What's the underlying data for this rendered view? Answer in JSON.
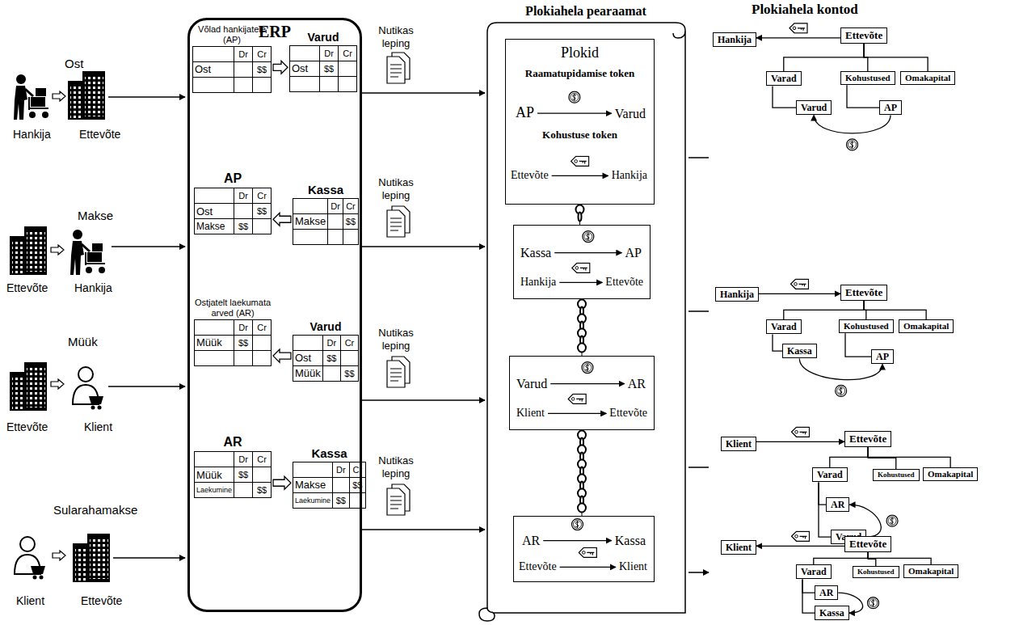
{
  "diagram": {
    "nodes": [
      {
        "text": [
          "ERP"
        ]
      },
      {
        "text": [
          "Võlad hankijatele (AP)",
          "Dr",
          "Cr",
          "Ost",
          "$$"
        ],
        "in": 0
      },
      {
        "text": [
          "Varud",
          "Dr",
          "Cr",
          "Ost",
          "$$"
        ],
        "in": 0
      },
      {
        "text": [
          "AP",
          "Dr",
          "Cr",
          "Ost",
          "$$",
          "Makse",
          "$$"
        ],
        "in": 0
      },
      {
        "text": [
          "Kassa",
          "Dr",
          "Cr",
          "Makse",
          "$$"
        ],
        "in": 0
      },
      {
        "text": [
          "Ostjatelt laekumata arved (AR)",
          "Dr",
          "Cr",
          "Müük",
          "$$"
        ],
        "in": 0
      },
      {
        "text": [
          "Varud",
          "Dr",
          "Cr",
          "Ost",
          "$$",
          "Müük",
          "$$"
        ],
        "in": 0
      },
      {
        "text": [
          "AR",
          "Dr",
          "Cr",
          "Müük",
          "$$",
          "Laekumine",
          "$$"
        ],
        "in": 0
      },
      {
        "text": [
          "Kassa",
          "Dr",
          "Cr",
          "Makse",
          "$$",
          "Laekumine",
          "$$"
        ],
        "in": 0
      },
      {
        "text": [
          "Plokiahela pearaamat"
        ]
      },
      {
        "text": [
          "Plokid",
          "Raamatupidamise token",
          "AP",
          "Varud",
          "Kohustuse token",
          "Ettevõte",
          "Hankija"
        ],
        "in": 9
      },
      {
        "text": [
          "Kassa",
          "AP",
          "Hankija",
          "Ettevõte"
        ],
        "in": 9
      },
      {
        "text": [
          "Varud",
          "AR",
          "Klient",
          "Ettevõte"
        ],
        "in": 9
      },
      {
        "text": [
          "AR",
          "Kassa",
          "Ettevõte",
          "Klient"
        ],
        "in": 9
      },
      {
        "text": [
          "Hankija"
        ]
      },
      {
        "text": [
          "Ettevõte"
        ]
      },
      {
        "text": [
          "Varad"
        ]
      },
      {
        "text": [
          "Kohustused"
        ]
      },
      {
        "text": [
          "Omakapital"
        ]
      },
      {
        "text": [
          "Varud"
        ]
      },
      {
        "text": [
          "AP"
        ]
      },
      {
        "text": [
          "Hankija"
        ]
      },
      {
        "text": [
          "Ettevõte"
        ]
      },
      {
        "text": [
          "Varad"
        ]
      },
      {
        "text": [
          "Kohustused"
        ]
      },
      {
        "text": [
          "Omakapital"
        ]
      },
      {
        "text": [
          "Kassa"
        ]
      },
      {
        "text": [
          "AP"
        ]
      },
      {
        "text": [
          "Klient"
        ]
      },
      {
        "text": [
          "Ettevõte"
        ]
      },
      {
        "text": [
          "Varad"
        ]
      },
      {
        "text": [
          "Kohustused"
        ]
      },
      {
        "text": [
          "Omakapital"
        ]
      },
      {
        "text": [
          "AR"
        ]
      },
      {
        "text": [
          "Varud"
        ]
      },
      {
        "text": [
          "Klient"
        ]
      },
      {
        "text": [
          "Ettevõte"
        ]
      },
      {
        "text": [
          "Varad"
        ]
      },
      {
        "text": [
          "Kohustused"
        ]
      },
      {
        "text": [
          "Omakapital"
        ]
      },
      {
        "text": [
          "AR"
        ]
      },
      {
        "text": [
          "Kassa"
        ]
      }
    ],
    "edges": [
      {
        "from": 1,
        "to": 2,
        "arrow": "to"
      },
      {
        "from": 4,
        "to": 3,
        "arrow": "to"
      },
      {
        "from": 6,
        "to": 5,
        "arrow": "to"
      },
      {
        "from": 7,
        "to": 8,
        "arrow": "to"
      },
      {
        "from": 0,
        "to": 9,
        "arrow": "to"
      },
      {
        "from": 0,
        "to": 9,
        "arrow": "to"
      },
      {
        "from": 0,
        "to": 9,
        "arrow": "to"
      },
      {
        "from": 0,
        "to": 9,
        "arrow": "to"
      },
      {
        "from": 10,
        "to": 11,
        "arrow": "none"
      },
      {
        "from": 11,
        "to": 12,
        "arrow": "none"
      },
      {
        "from": 12,
        "to": 13,
        "arrow": "none"
      },
      {
        "from": 15,
        "to": 14,
        "arrow": "to"
      },
      {
        "from": 15,
        "to": 16,
        "arrow": "none"
      },
      {
        "from": 15,
        "to": 17,
        "arrow": "none"
      },
      {
        "from": 15,
        "to": 18,
        "arrow": "none"
      },
      {
        "from": 16,
        "to": 19,
        "arrow": "none"
      },
      {
        "from": 17,
        "to": 20,
        "arrow": "none"
      },
      {
        "from": 20,
        "to": 19,
        "arrow": "to"
      },
      {
        "from": 21,
        "to": 22,
        "arrow": "to"
      },
      {
        "from": 22,
        "to": 23,
        "arrow": "none"
      },
      {
        "from": 22,
        "to": 24,
        "arrow": "none"
      },
      {
        "from": 22,
        "to": 25,
        "arrow": "none"
      },
      {
        "from": 23,
        "to": 26,
        "arrow": "none"
      },
      {
        "from": 24,
        "to": 27,
        "arrow": "none"
      },
      {
        "from": 26,
        "to": 27,
        "arrow": "to"
      },
      {
        "from": 28,
        "to": 29,
        "arrow": "to"
      },
      {
        "from": 29,
        "to": 30,
        "arrow": "none"
      },
      {
        "from": 29,
        "to": 31,
        "arrow": "none"
      },
      {
        "from": 29,
        "to": 32,
        "arrow": "none"
      },
      {
        "from": 30,
        "to": 33,
        "arrow": "none"
      },
      {
        "from": 30,
        "to": 34,
        "arrow": "none"
      },
      {
        "from": 34,
        "to": 33,
        "arrow": "to"
      },
      {
        "from": 36,
        "to": 35,
        "arrow": "to"
      },
      {
        "from": 36,
        "to": 37,
        "arrow": "none"
      },
      {
        "from": 36,
        "to": 38,
        "arrow": "none"
      },
      {
        "from": 36,
        "to": 39,
        "arrow": "none"
      },
      {
        "from": 37,
        "to": 40,
        "arrow": "none"
      },
      {
        "from": 37,
        "to": 41,
        "arrow": "none"
      },
      {
        "from": 40,
        "to": 41,
        "arrow": "to"
      }
    ],
    "labels": [
      "Ost",
      "Hankija",
      "Ettevõte",
      "Makse",
      "Ettevõte",
      "Hankija",
      "Müük",
      "Ettevõte",
      "Klient",
      "Sularahamakse",
      "Klient",
      "Ettevõte",
      "Nutikas leping",
      "Nutikas leping",
      "Nutikas leping",
      "Nutikas leping",
      "Plokiahela kontod"
    ]
  }
}
